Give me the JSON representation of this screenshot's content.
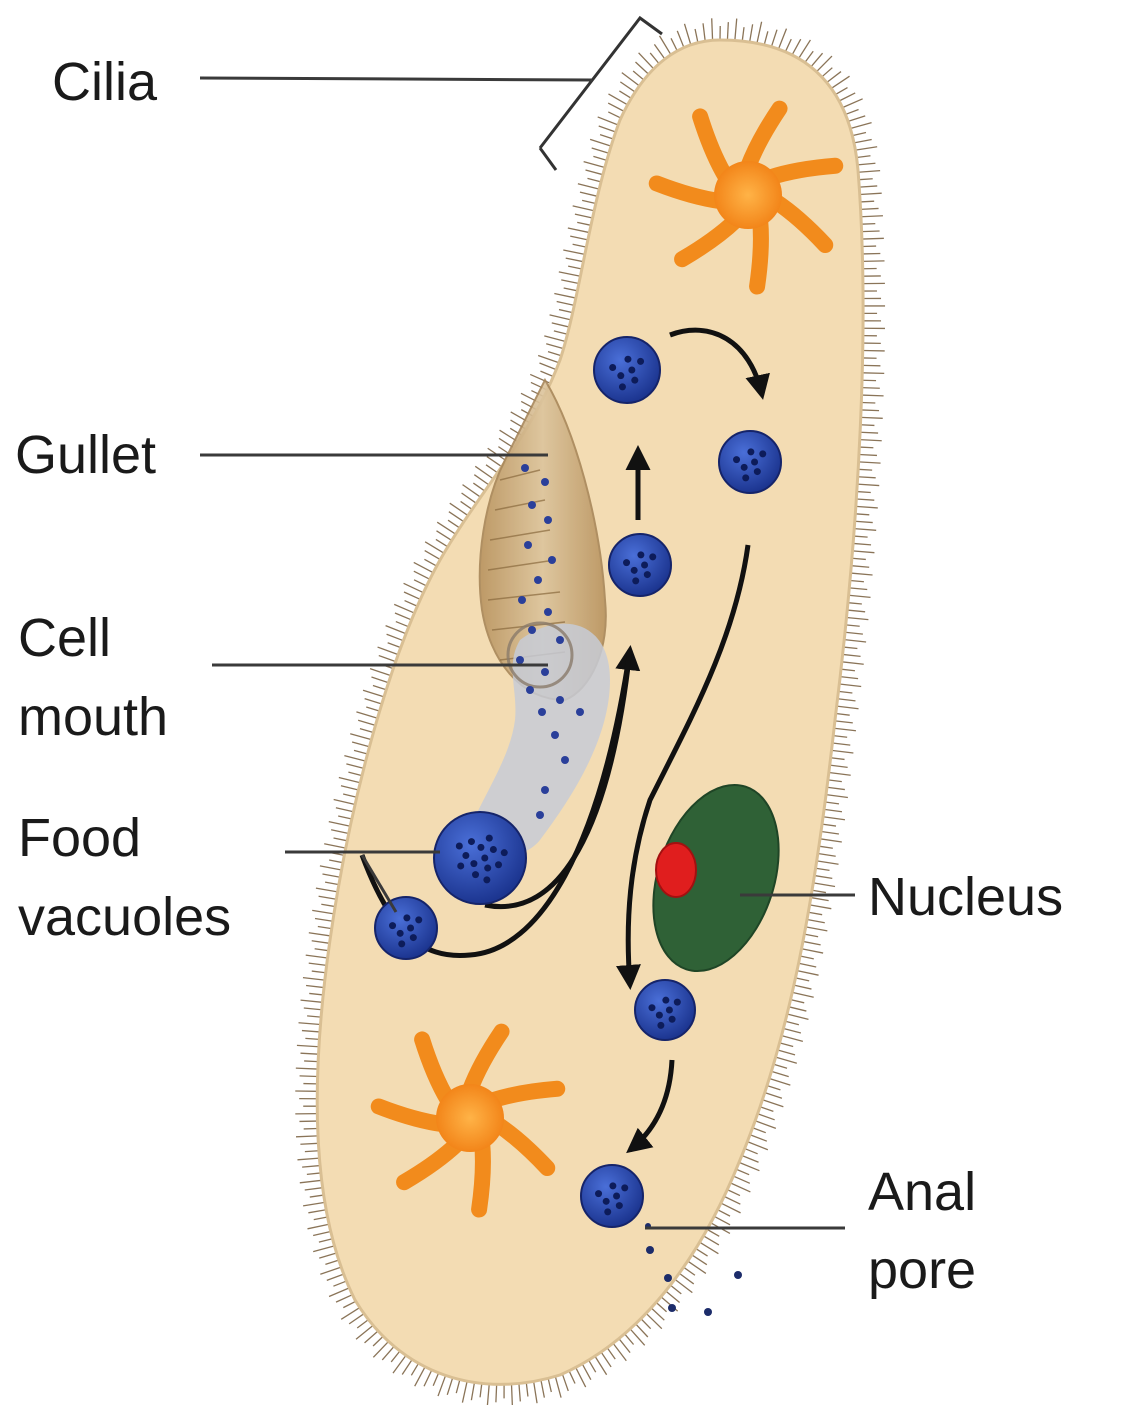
{
  "labels": {
    "cilia": "Cilia",
    "gullet": "Gullet",
    "cell_mouth": [
      "Cell",
      "mouth"
    ],
    "food_vacuoles": [
      "Food",
      "vacuoles"
    ],
    "nucleus": "Nucleus",
    "anal_pore": [
      "Anal",
      "pore"
    ]
  },
  "colors": {
    "cell_body": "#f3dcb3",
    "cell_outline": "#d9bf93",
    "cilia": "#8a7458",
    "vacuole": "#2746a8",
    "vacuole_dot": "#0d1c5a",
    "gullet": "#c9a97a",
    "mouth_channel": "#c7cbd6",
    "macronucleus": "#2f6136",
    "micronucleus": "#e01e1e",
    "contractile_vacuole": "#f28b1c",
    "arrow": "#111111"
  }
}
